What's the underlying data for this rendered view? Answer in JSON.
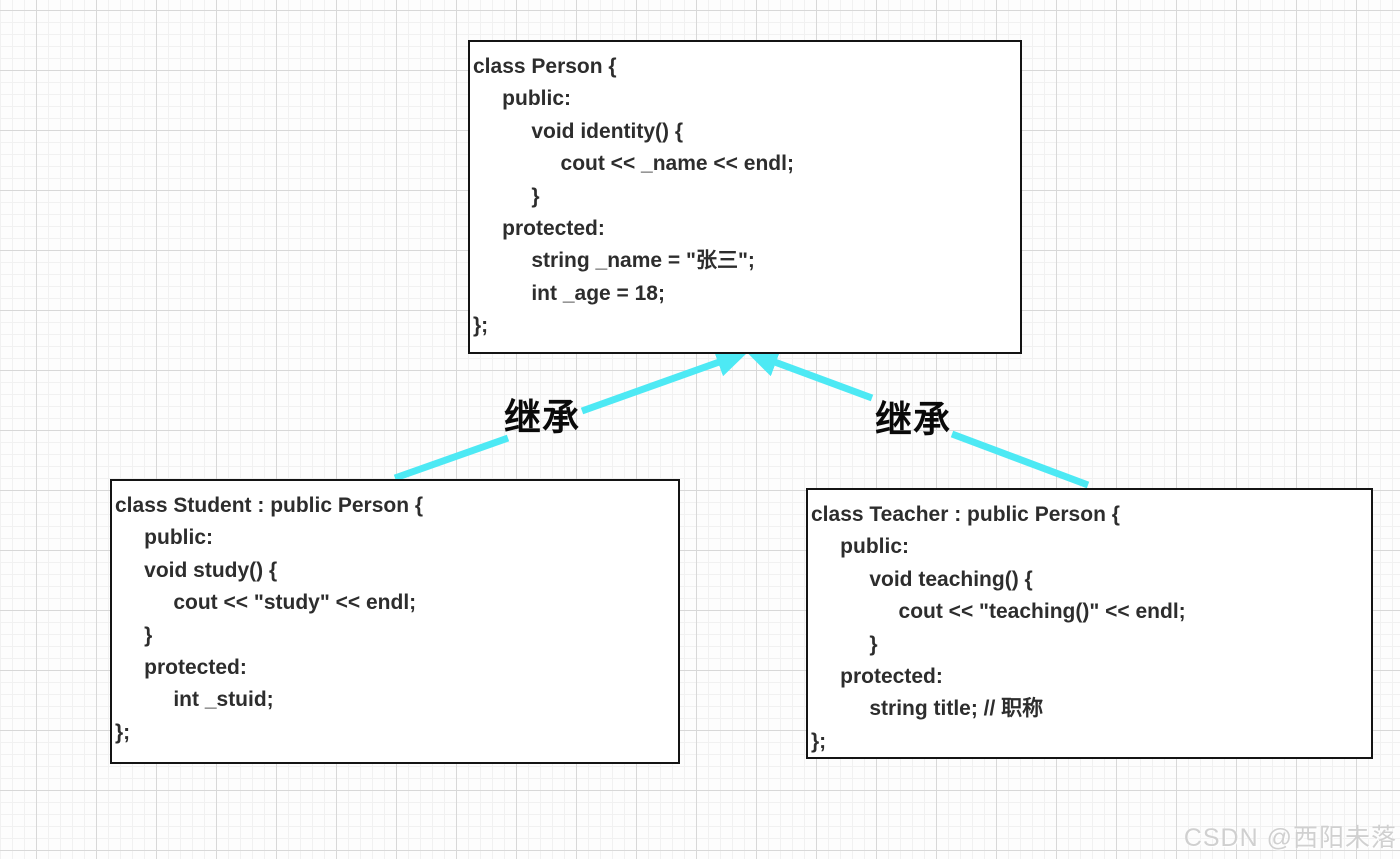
{
  "page": {
    "watermark": "CSDN @西阳未落"
  },
  "colors": {
    "arrow": "#4de9f4",
    "box_border": "#141414",
    "code_text": "#2d2d2d",
    "label_text": "#0a0a0a",
    "grid_major": "#d8d8d8",
    "grid_minor": "#f1f1f1",
    "watermark": "#d0d0d0"
  },
  "diagram": {
    "person_class": {
      "lines": [
        "class Person {",
        "     public:",
        "          void identity() {",
        "               cout << _name << endl;",
        "          }",
        "     protected:",
        "          string _name = \"张三\";",
        "          int _age = 18;",
        "};"
      ]
    },
    "student_class": {
      "lines": [
        "class Student : public Person {",
        "     public:",
        "     void study() {",
        "          cout << \"study\" << endl;",
        "     }",
        "     protected:",
        "          int _stuid;",
        "};"
      ]
    },
    "teacher_class": {
      "lines": [
        "class Teacher : public Person {",
        "     public:",
        "          void teaching() {",
        "               cout << \"teaching()\" << endl;",
        "          }",
        "     protected:",
        "          string title; // 职称",
        "};"
      ]
    },
    "left_arrow_label": "继承",
    "right_arrow_label": "继承"
  }
}
